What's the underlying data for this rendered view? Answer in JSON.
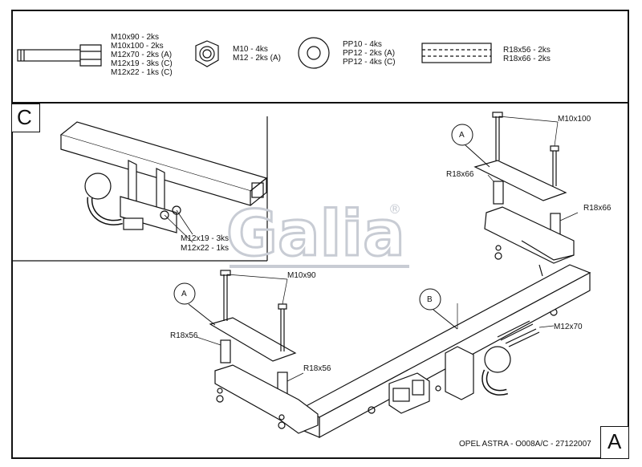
{
  "header": {
    "bolt_specs": [
      "M10x90 - 2ks",
      "M10x100 - 2ks",
      "M12x70 - 2ks (A)",
      "M12x19 - 3ks (C)",
      "M12x22 - 1ks (C)"
    ],
    "nut_specs": [
      "M10 - 4ks",
      "M12 - 2ks (A)"
    ],
    "washer_specs": [
      "PP10 - 4ks",
      "PP12 - 2ks (A)",
      "PP12 - 4ks (C)"
    ],
    "spacer_specs": [
      "R18x56 - 2ks",
      "R18x66 - 2ks"
    ]
  },
  "detail_c": {
    "label": "C",
    "callouts": [
      "M12x19 - 3ks",
      "M12x22 - 1ks"
    ]
  },
  "main": {
    "callout_a_right": "A",
    "callout_a_left": "A",
    "callout_b": "B",
    "m10x100": "M10x100",
    "r18x66_left": "R18x66",
    "r18x66_right": "R18x66",
    "m10x90": "M10x90",
    "r18x56_left": "R18x56",
    "r18x56_right": "R18x56",
    "m12x70": "M12x70"
  },
  "watermark": {
    "text": "Galia",
    "mark": "®"
  },
  "footer": {
    "drawing_title": "OPEL ASTRA - O008A/C - 27122007",
    "view_label": "A"
  }
}
